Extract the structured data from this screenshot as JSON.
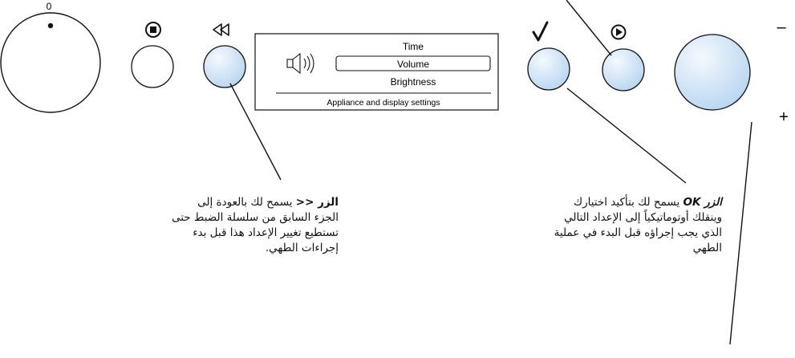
{
  "dial": {
    "zero_label": "0"
  },
  "display": {
    "items": [
      "Time",
      "Volume",
      "Brightness"
    ],
    "selected_index": 1,
    "footer": "Appliance and display settings",
    "speaker_icon": "speaker-icon"
  },
  "knob": {
    "minus": "–",
    "plus": "+"
  },
  "icons": {
    "stop": "stop-icon",
    "rewind": "rewind-icon",
    "check": "check-icon",
    "play": "play-icon"
  },
  "annotations": {
    "back": {
      "key": "الزر <<",
      "text": " يسمح لك بالعودة إلى الجزء السابق من سلسلة الضبط حتى تستطيع تغيير الإعداد هذا قبل بدء إجراءات الطهي."
    },
    "ok": {
      "key": "الزر OK",
      "text": " يسمح لك بتأكيد اختيارك وينقلك أوتوماتيكياً إلى الإعداد التالي الذي يجب إجراؤه قبل البدء في عملية الطهي"
    }
  },
  "colors": {
    "button_fill": "#cfe3f6",
    "button_fill_light": "#eef5fc",
    "stroke": "#111111"
  }
}
